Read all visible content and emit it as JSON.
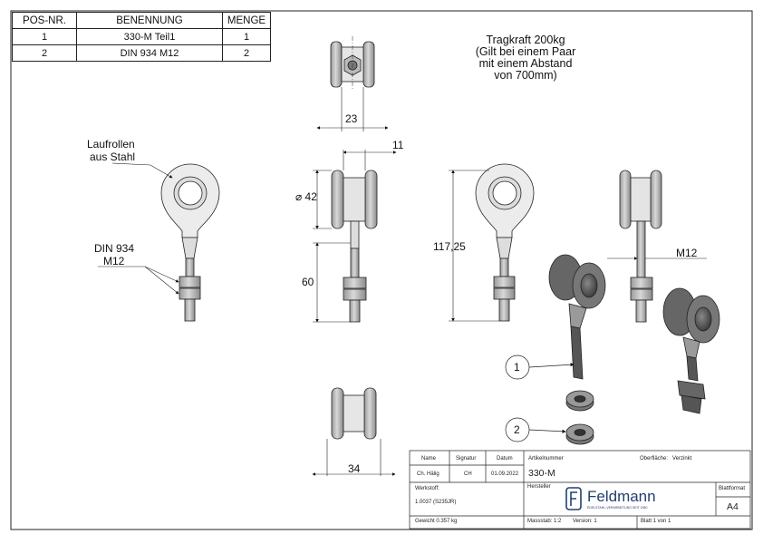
{
  "parts_table": {
    "headers": [
      "POS-NR.",
      "BENENNUNG",
      "MENGE"
    ],
    "rows": [
      {
        "pos": "1",
        "name": "330-M Teil1",
        "qty": "1"
      },
      {
        "pos": "2",
        "name": "DIN 934 M12",
        "qty": "2"
      }
    ]
  },
  "note": {
    "line1": "Tragkraft 200kg",
    "line2": "(Gilt bei einem Paar",
    "line3": "mit einem Abstand",
    "line4": "von 700mm)"
  },
  "labels": {
    "rollers": "Laufrollen",
    "rollers2": "aus Stahl",
    "din": "DIN 934",
    "din2": "M12",
    "m12": "M12"
  },
  "dimensions": {
    "top_width": "23",
    "side_width": "11",
    "diameter": "⌀ 42",
    "shaft": "60",
    "height": "117,25",
    "bottom_width": "34"
  },
  "balloons": [
    "1",
    "2"
  ],
  "title_block": {
    "h_name": "Name",
    "h_signatur": "Signatur",
    "h_datum": "Datum",
    "v_name": "Ch. Hälig",
    "v_signatur": "CH",
    "v_datum": "01.09.2022",
    "artikel_label": "Artikelnummer",
    "artikel": "330-M",
    "oberflaeche_label": "Oberfläche:",
    "oberflaeche": "Verzinkt",
    "werkstoff_label": "Werkstoff:",
    "werkstoff": "1.0037 (S235JR)",
    "hersteller_label": "Hersteller",
    "brand": "Feldmann",
    "brand_tagline": "EDELSTAHL-VERARBEITUNG SEIT 1980",
    "blattformat_label": "Blattformat",
    "blattformat": "A4",
    "gewicht": "Gewicht 0.357 kg",
    "massstab": "Massstab: 1:2",
    "version": "Version: 1",
    "blatt": "Blatt 1 von 1"
  }
}
